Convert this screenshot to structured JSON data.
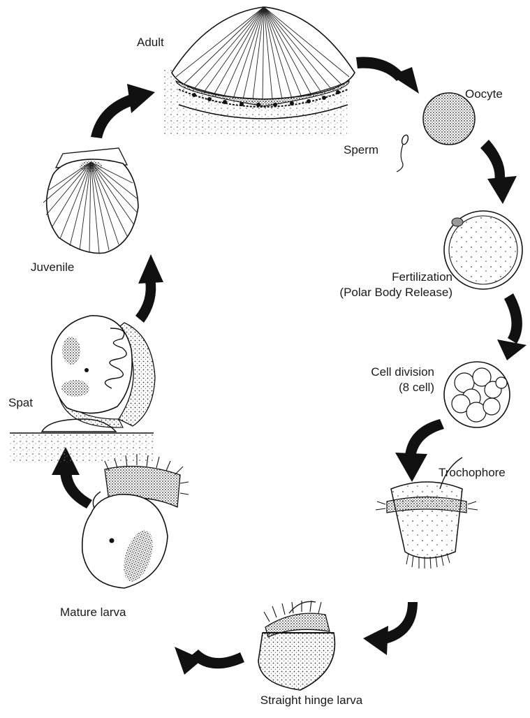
{
  "stages": {
    "adult": "Adult",
    "oocyte": "Oocyte",
    "sperm": "Sperm",
    "fertilization": "Fertilization",
    "fertilization_note": "(Polar Body Release)",
    "cell_division": "Cell division",
    "cell_division_note": "(8 cell)",
    "trochophore": "Trochophore",
    "straight_hinge_larva": "Straight hinge larva",
    "mature_larva": "Mature larva",
    "spat": "Spat",
    "juvenile": "Juvenile"
  },
  "colors": {
    "ink": "#111111",
    "paper": "#ffffff",
    "stipple": "#555555"
  }
}
